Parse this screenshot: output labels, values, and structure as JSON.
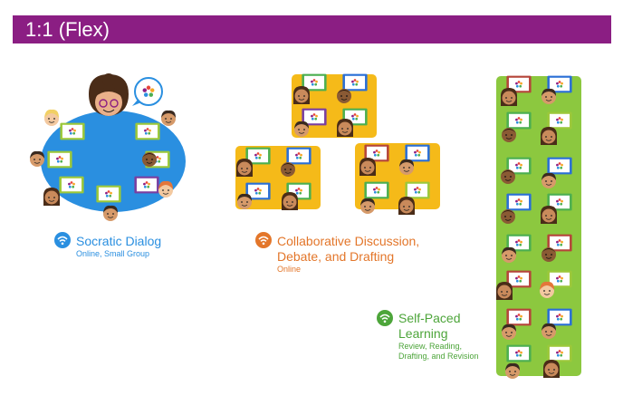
{
  "banner": {
    "title": "1:1 (Flex)"
  },
  "colors": {
    "banner": "#8b1e83",
    "socratic": "#2a8fe0",
    "collab": "#f5ba19",
    "selfpaced": "#8cc83f",
    "socratic_text": "#2a8fe0",
    "collab_text": "#e3762a",
    "selfpaced_text": "#4da53a"
  },
  "sections": {
    "socratic": {
      "icon": "wifi-icon",
      "title": "Socratic Dialog",
      "subtitle": "Online, Small Group"
    },
    "collab": {
      "icon": "wifi-icon",
      "title_line1": "Collaborative Discussion,",
      "title_line2": "Debate, and Drafting",
      "subtitle": "Online"
    },
    "selfpaced": {
      "icon": "wifi-icon",
      "title_line1": "Self-Paced",
      "title_line2": "Learning",
      "subtitle_line1": "Review, Reading,",
      "subtitle_line2": "Drafting, and Revision"
    }
  }
}
